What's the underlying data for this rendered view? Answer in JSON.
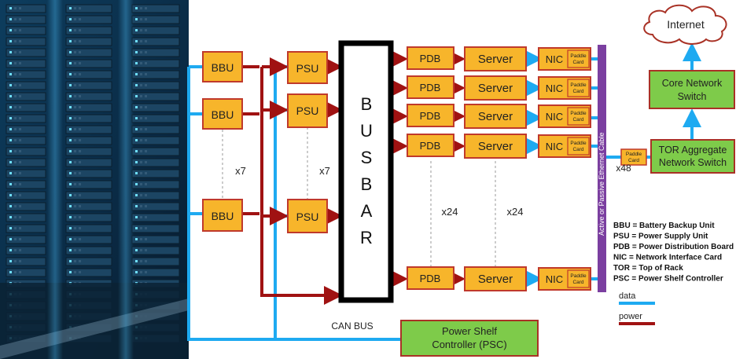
{
  "colors": {
    "orange_box": "#f7b52b",
    "orange_border": "#c0392b",
    "green_box": "#7ecb4a",
    "green_border": "#a93226",
    "data_line": "#1eaaf1",
    "power_line": "#a01212",
    "purple_bar": "#7b3fa0",
    "busbar_border": "#000000"
  },
  "labels": {
    "bbu": "BBU",
    "psu": "PSU",
    "pdb": "PDB",
    "server": "Server",
    "nic": "NIC",
    "paddle_card": "Paddle Card",
    "busbar_letters": [
      "B",
      "U",
      "S",
      "B",
      "A",
      "R"
    ],
    "x7_bbu": "x7",
    "x7_psu": "x7",
    "x24_pdb": "x24",
    "x24_server": "x24",
    "x48": "x48",
    "ethernet_cable": "Active or Passive Ethernet Cable",
    "can_bus": "CAN BUS",
    "internet": "Internet",
    "core_switch_line1": "Core Network",
    "core_switch_line2": "Switch",
    "tor_line1": "TOR Aggregate",
    "tor_line2": "Network Switch",
    "psc_line1": "Power Shelf",
    "psc_line2": "Controller (PSC)"
  },
  "legend": {
    "definitions": [
      "BBU = Battery Backup Unit",
      "PSU = Power Supply Unit",
      "PDB = Power Distribution Board",
      "NIC = Network Interface Card",
      "TOR = Top of Rack",
      "PSC = Power Shelf Controller"
    ],
    "data_label": "data",
    "power_label": "power"
  }
}
